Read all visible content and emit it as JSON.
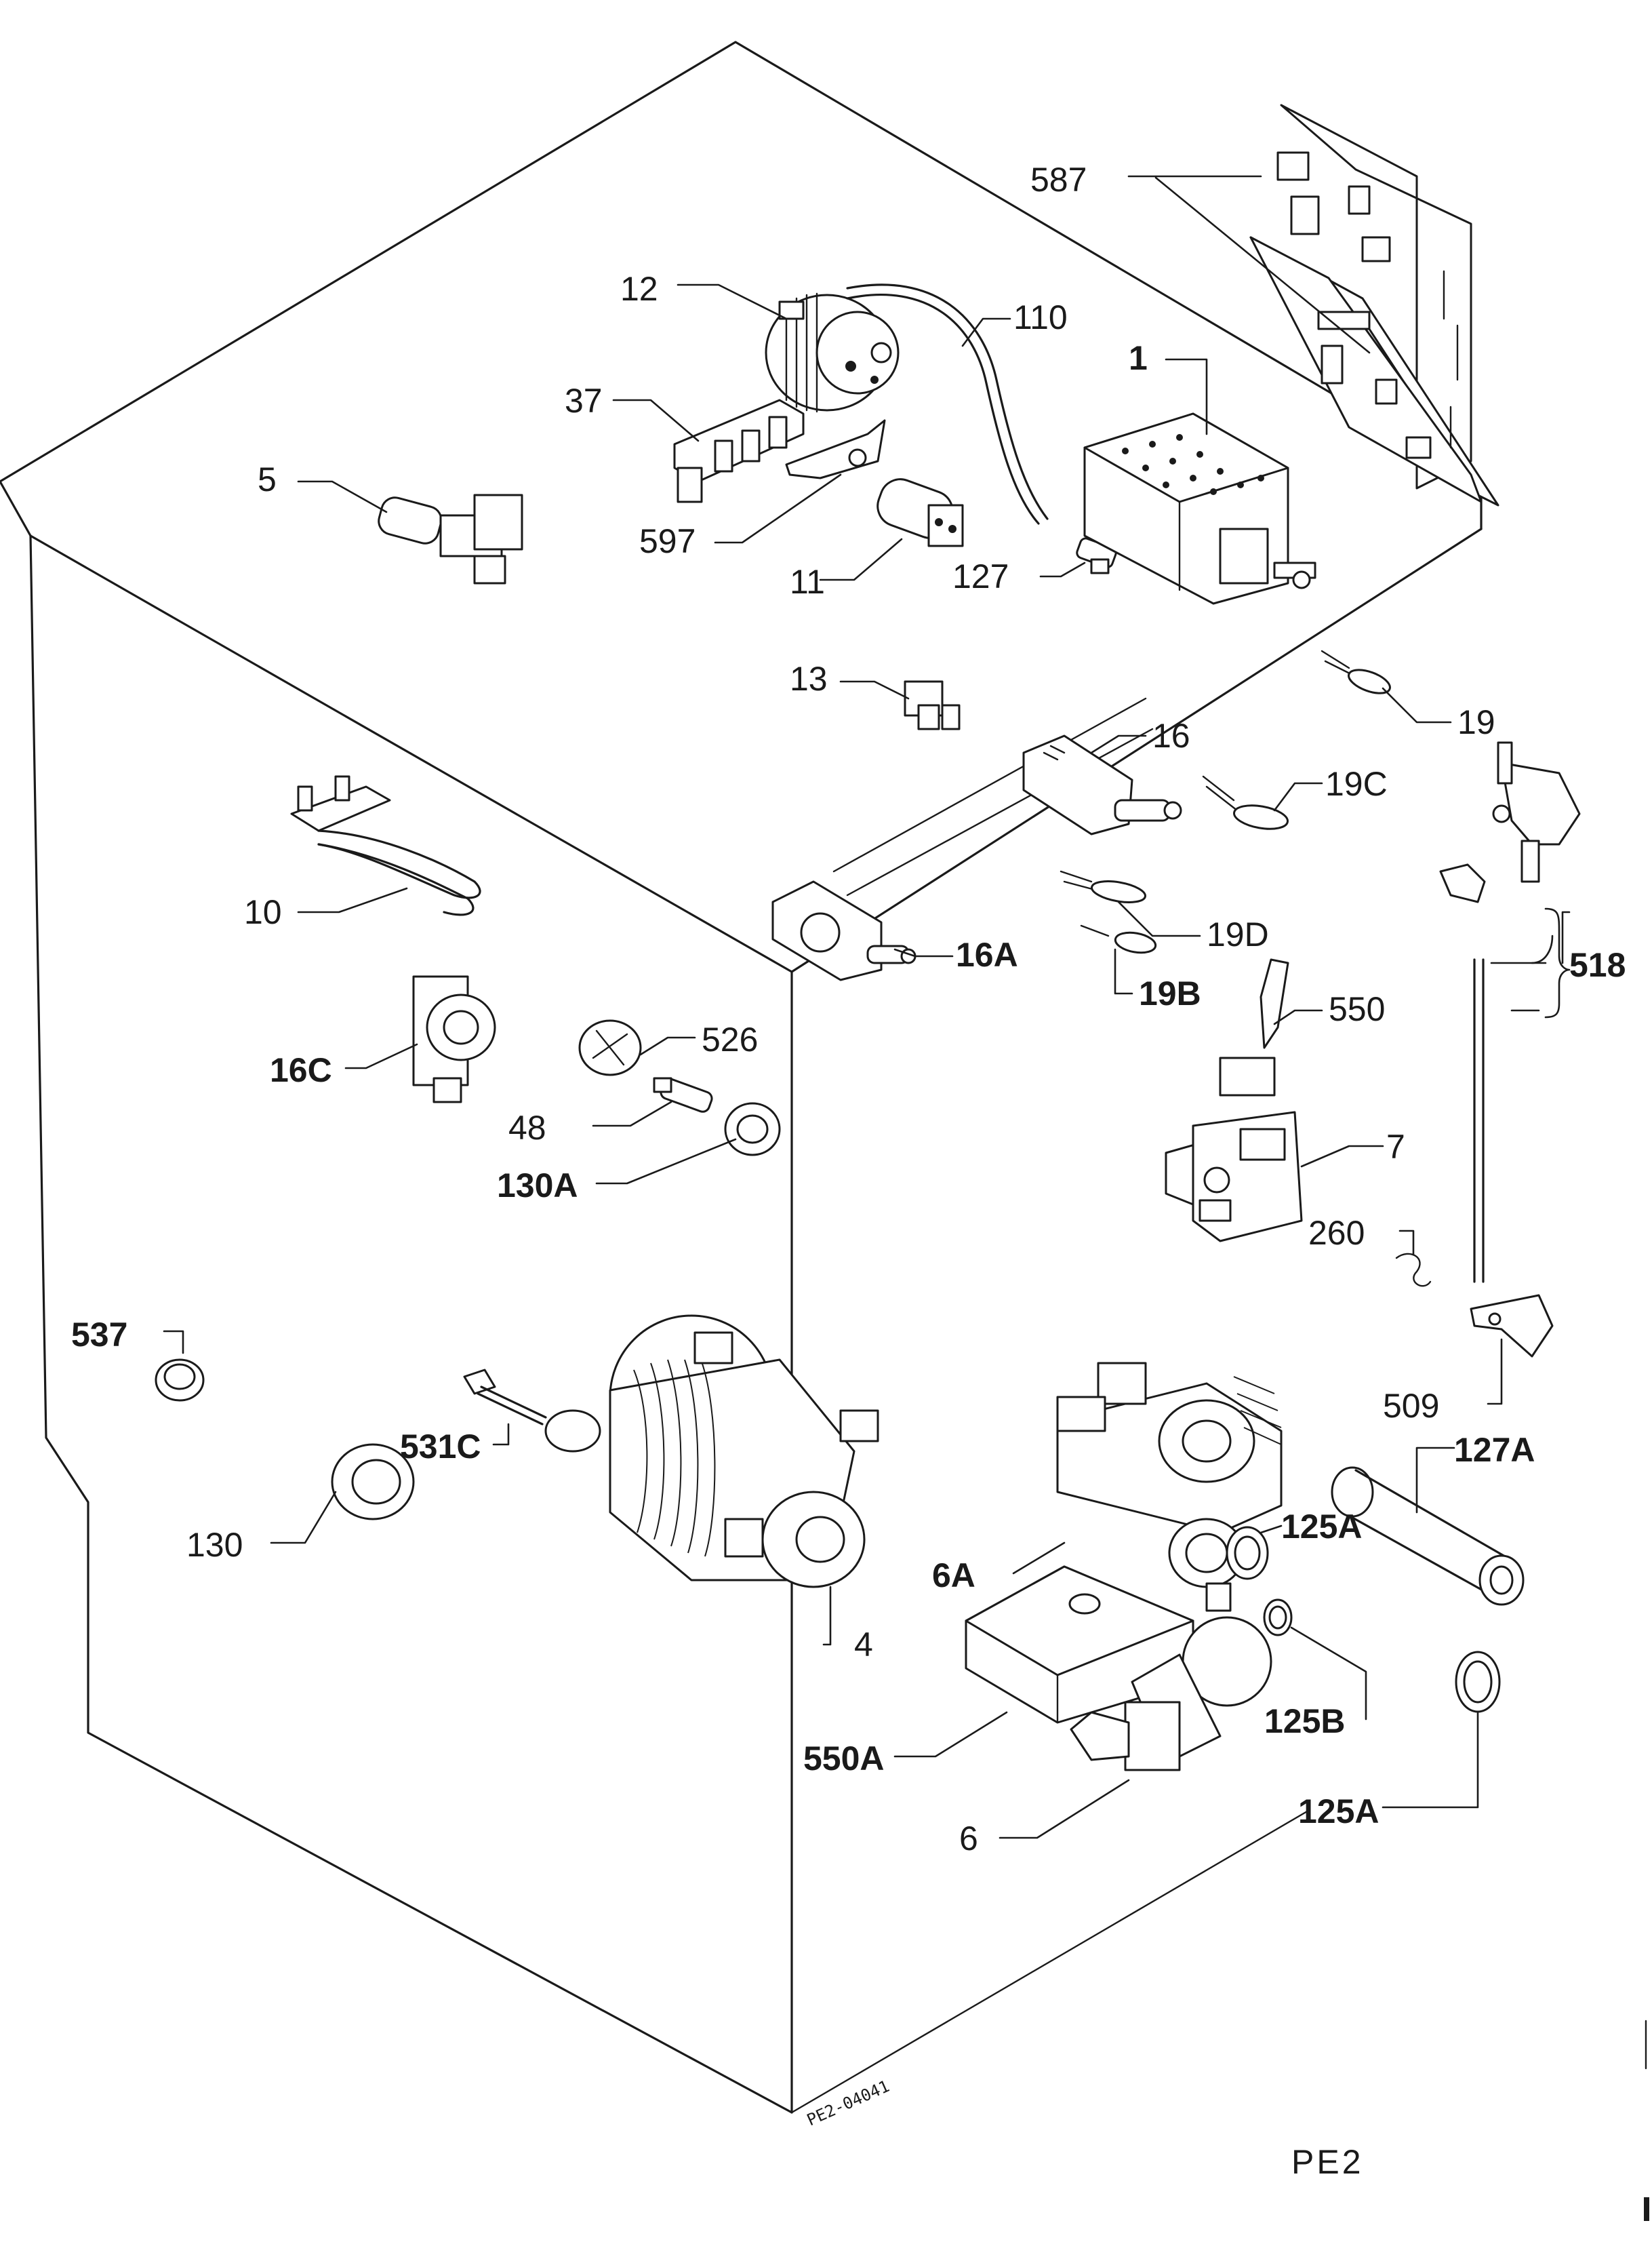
{
  "drawing": {
    "sheet_id": "PE2",
    "drawing_code": "PE2-04041"
  },
  "labels": {
    "l587": "587",
    "l12": "12",
    "l110": "110",
    "l1": "1",
    "l37": "37",
    "l5": "5",
    "l597": "597",
    "l11": "11",
    "l127": "127",
    "l13": "13",
    "l16": "16",
    "l19": "19",
    "l19c": "19C",
    "l10": "10",
    "l16a": "16A",
    "l19d": "19D",
    "l19b": "19B",
    "l518": "518",
    "l550": "550",
    "l16c": "16C",
    "l526": "526",
    "l48": "48",
    "l130a": "130A",
    "l7": "7",
    "l260": "260",
    "l537": "537",
    "l509": "509",
    "l531c": "531C",
    "l127a": "127A",
    "l125a_top": "125A",
    "l130": "130",
    "l6a": "6A",
    "l4": "4",
    "l125b": "125B",
    "l550a": "550A",
    "l125a_bottom": "125A",
    "l6": "6"
  }
}
